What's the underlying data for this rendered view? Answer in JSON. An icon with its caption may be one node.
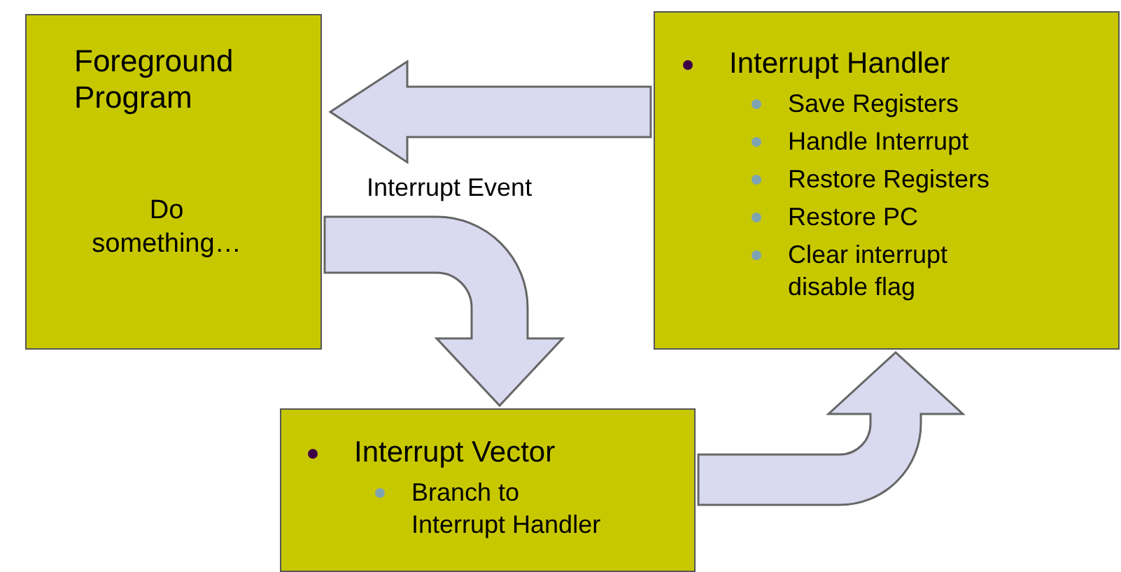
{
  "diagram": {
    "nodes": [
      {
        "text": [
          "Foreground Program",
          "Do something…"
        ]
      },
      {
        "text": [
          "Interrupt Handler",
          "Save Registers",
          "Handle Interrupt",
          "Restore Registers",
          "Restore PC",
          "Clear interrupt disable flag"
        ]
      },
      {
        "text": [
          "Interrupt Vector",
          "Branch to Interrupt Handler"
        ]
      }
    ],
    "edges": [
      {
        "from": 1,
        "to": 0,
        "arrow": "to"
      },
      {
        "from": 0,
        "to": 2,
        "arrow": "to",
        "label": "Interrupt Event"
      },
      {
        "from": 2,
        "to": 1,
        "arrow": "to"
      }
    ]
  }
}
